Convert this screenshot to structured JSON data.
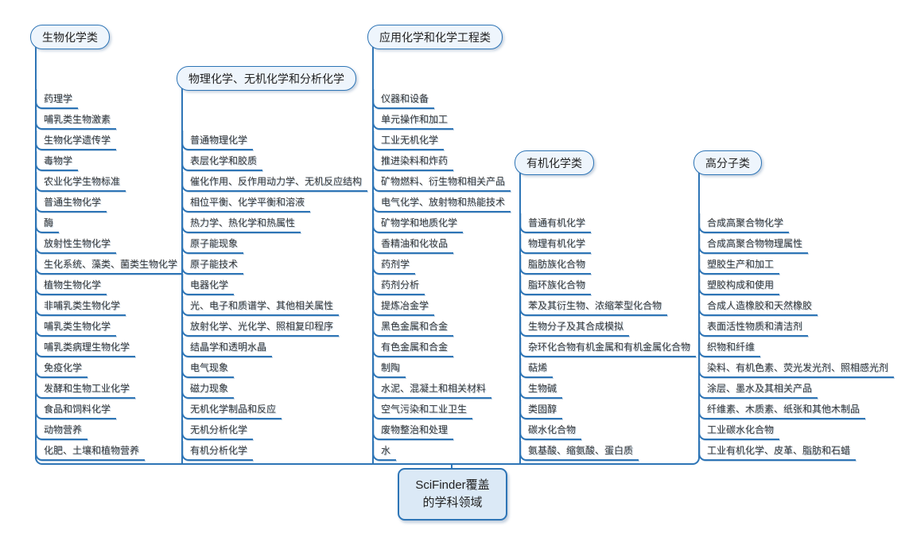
{
  "root": {
    "label_line1": "SciFinder覆盖",
    "label_line2": "的学科领域"
  },
  "colors": {
    "line": "#2E75B6",
    "node_border": "#2E75B6",
    "title_fill": "#EEF5FC",
    "root_fill": "#DBE9F6",
    "text": "#363636"
  },
  "branches": [
    {
      "title": "生物化学类",
      "items": [
        "药理学",
        "哺乳类生物激素",
        "生物化学遗传学",
        "毒物学",
        "农业化学生物标准",
        "普通生物化学",
        "酶",
        "放射性生物化学",
        "生化系统、藻类、菌类生物化学",
        "植物生物化学",
        "非哺乳类生物化学",
        "哺乳类生物化学",
        "哺乳类病理生物化学",
        "免疫化学",
        "发酵和生物工业化学",
        "食品和饲料化学",
        "动物营养",
        "化肥、土壤和植物营养"
      ]
    },
    {
      "title": "物理化学、无机化学和分析化学",
      "items": [
        "普通物理化学",
        "表层化学和胶质",
        "催化作用、反作用动力学、无机反应结构",
        "相位平衡、化学平衡和溶液",
        "热力学、热化学和热属性",
        "原子能现象",
        "原子能技术",
        "电器化学",
        "光、电子和质谱学、其他相关属性",
        "放射化学、光化学、照相复印程序",
        "结晶学和透明水晶",
        "电气现象",
        "磁力现象",
        "无机化学制品和反应",
        "无机分析化学",
        "有机分析化学"
      ]
    },
    {
      "title": "应用化学和化学工程类",
      "items": [
        "仪器和设备",
        "单元操作和加工",
        "工业无机化学",
        "推进染料和炸药",
        "矿物燃料、衍生物和相关产品",
        "电气化学、放射物和热能技术",
        "矿物学和地质化学",
        "香精油和化妆品",
        "药剂学",
        "药剂分析",
        "提炼冶金学",
        "黑色金属和合金",
        "有色金属和合金",
        "制陶",
        "水泥、混凝土和相关材料",
        "空气污染和工业卫生",
        "废物整治和处理",
        "水"
      ]
    },
    {
      "title": "有机化学类",
      "items": [
        "普通有机化学",
        "物理有机化学",
        "脂肪族化合物",
        "脂环族化合物",
        "苯及其衍生物、浓缩苯型化合物",
        "生物分子及其合成模拟",
        "杂环化合物有机金属和有机金属化合物",
        "萜烯",
        "生物碱",
        "类固醇",
        "碳水化合物",
        "氨基酸、缩氨酸、蛋白质"
      ]
    },
    {
      "title": "高分子类",
      "items": [
        "合成高聚合物化学",
        "合成高聚合物物理属性",
        "塑胶生产和加工",
        "塑胶构成和使用",
        "合成人造橡胶和天然橡胶",
        "表面活性物质和清洁剂",
        "织物和纤维",
        "染料、有机色素、荧光发光剂、照相感光剂",
        "涂层、墨水及其相关产品",
        "纤维素、木质素、纸张和其他木制品",
        "工业碳水化合物",
        "工业有机化学、皮革、脂肪和石蜡"
      ]
    }
  ]
}
